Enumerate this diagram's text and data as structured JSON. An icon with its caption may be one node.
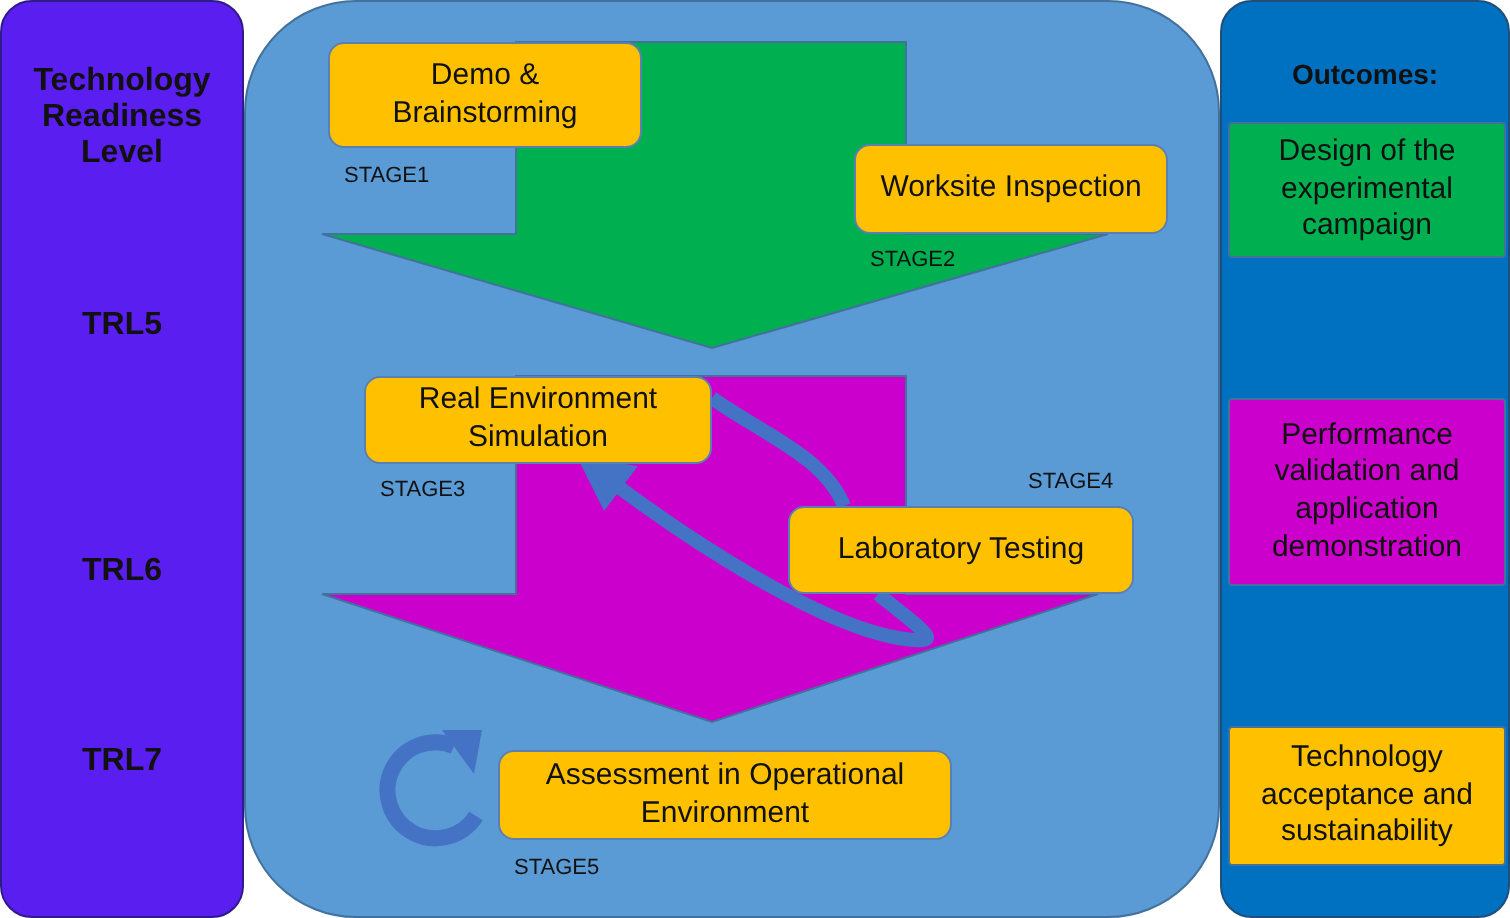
{
  "diagram": {
    "nodes": [
      {
        "text": [
          "Technology Readiness Level",
          "TRL5",
          "TRL6",
          "TRL7"
        ]
      },
      {
        "text": [],
        "shape": "box"
      },
      {
        "text": [
          "Demo & Brainstorming"
        ],
        "beside": [
          "STAGE1"
        ],
        "in": 1
      },
      {
        "text": [
          "Worksite Inspection"
        ],
        "beside": [
          "STAGE2"
        ],
        "in": 1
      },
      {
        "text": [
          "Real Environment Simulation"
        ],
        "beside": [
          "STAGE3"
        ],
        "in": 1
      },
      {
        "text": [
          "Laboratory Testing"
        ],
        "beside": [
          "STAGE4"
        ],
        "in": 1
      },
      {
        "text": [
          "Assessment in Operational Environment"
        ],
        "beside": [
          "STAGE5"
        ],
        "in": 1
      },
      {
        "text": [
          "Outcomes:"
        ]
      },
      {
        "text": [
          "Design of the experimental campaign"
        ],
        "in": 7
      },
      {
        "text": [
          "Performance validation and application demonstration"
        ],
        "in": 7
      },
      {
        "text": [
          "Technology acceptance and sustainability"
        ],
        "in": 7
      }
    ],
    "edges": [
      {
        "from": 2,
        "to": 4,
        "arrow": "to",
        "style": "thick",
        "color": "#00b050"
      },
      {
        "from": 3,
        "to": 4,
        "arrow": "to",
        "style": "thick",
        "color": "#00b050"
      },
      {
        "from": 4,
        "to": 6,
        "arrow": "to",
        "style": "thick",
        "color": "#cc00cc"
      },
      {
        "from": 5,
        "to": 6,
        "arrow": "to",
        "style": "thick",
        "color": "#cc00cc"
      },
      {
        "from": 4,
        "to": 5,
        "arrow": "none",
        "color": "#4472c4"
      },
      {
        "from": 5,
        "to": 4,
        "arrow": "to",
        "color": "#4472c4"
      }
    ]
  }
}
